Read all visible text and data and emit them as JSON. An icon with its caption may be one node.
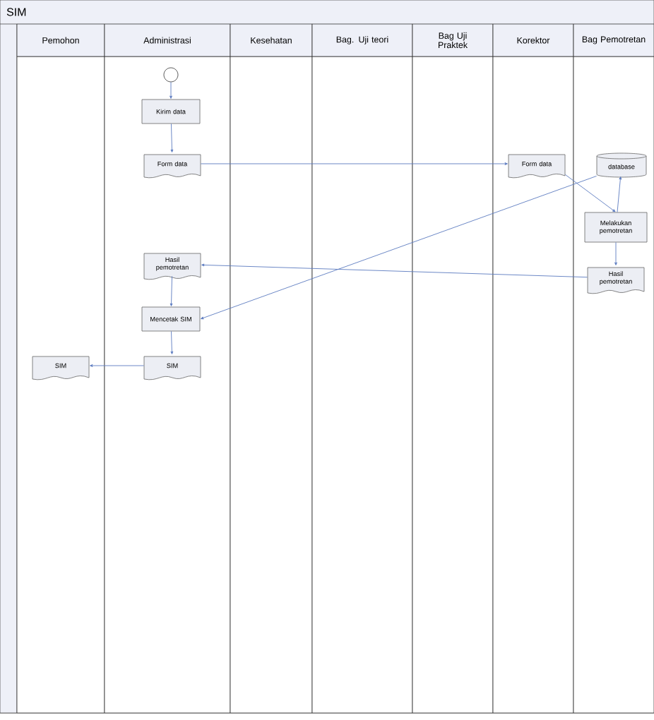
{
  "diagram": {
    "title": "SIM",
    "nodes": [
      {
        "text": [],
        "shape": "circle"
      },
      {
        "text": [
          "Kirim data"
        ]
      },
      {
        "text": [
          "Form data"
        ]
      },
      {
        "text": [
          "Form data"
        ]
      },
      {
        "text": [
          "database"
        ]
      },
      {
        "text": [
          "Melakukan pemotretan"
        ]
      },
      {
        "text": [
          "Hasil pemotretan"
        ]
      },
      {
        "text": [
          "Hasil pemotretan"
        ]
      },
      {
        "text": [
          "Mencetak SIM"
        ]
      },
      {
        "text": [
          "SIM"
        ]
      },
      {
        "text": [
          "SIM"
        ]
      }
    ],
    "edges": [
      {
        "from": 0,
        "to": 1,
        "arrow": "to"
      },
      {
        "from": 1,
        "to": 2,
        "arrow": "to"
      },
      {
        "from": 2,
        "to": 3,
        "arrow": "to"
      },
      {
        "from": 3,
        "to": 5,
        "arrow": "to"
      },
      {
        "from": 5,
        "to": 4,
        "arrow": "to"
      },
      {
        "from": 4,
        "to": 8,
        "arrow": "to"
      },
      {
        "from": 5,
        "to": 6,
        "arrow": "to"
      },
      {
        "from": 6,
        "to": 7,
        "arrow": "to"
      },
      {
        "from": 7,
        "to": 8,
        "arrow": "to"
      },
      {
        "from": 8,
        "to": 9,
        "arrow": "to"
      },
      {
        "from": 9,
        "to": 10,
        "arrow": "to"
      }
    ],
    "labels": [
      "Pemohon",
      "Administrasi",
      "Kesehatan",
      "Bag. Uji teori",
      "Bag Uji Praktek",
      "Korektor",
      "Bag Pemotretan"
    ]
  }
}
